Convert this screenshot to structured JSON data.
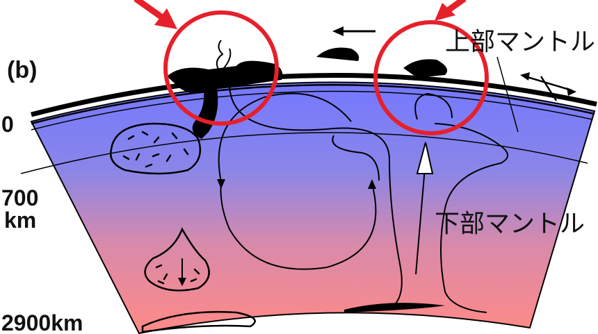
{
  "panel_label": "(b)",
  "depth_labels": {
    "surface": "0",
    "d700_value": "700",
    "d700_unit": "km",
    "bottom": "2900km"
  },
  "region_labels": {
    "upper_mantle": "上部マントル",
    "lower_mantle": "下部マントル"
  },
  "colors": {
    "mantle_top": "#7f80f4",
    "mantle_bottom": "#ff8b87",
    "highlight": "#e6202a",
    "ink": "#000000"
  },
  "icons": [
    "red-arrow-icon",
    "highlight-circle-icon",
    "flow-arrow-icon",
    "bidirectional-arrow-icon"
  ]
}
